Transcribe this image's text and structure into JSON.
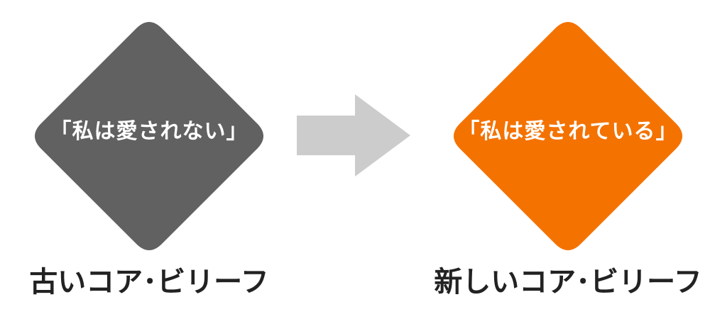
{
  "old_belief": {
    "statement": "「私は愛されない」",
    "caption": "古いコア･ビリーフ",
    "color": "#616161"
  },
  "new_belief": {
    "statement": "「私は愛されている」",
    "caption": "新しいコア･ビリーフ",
    "color": "#f47200"
  },
  "arrow": {
    "color": "#cccccc",
    "icon": "arrow-right-icon"
  }
}
